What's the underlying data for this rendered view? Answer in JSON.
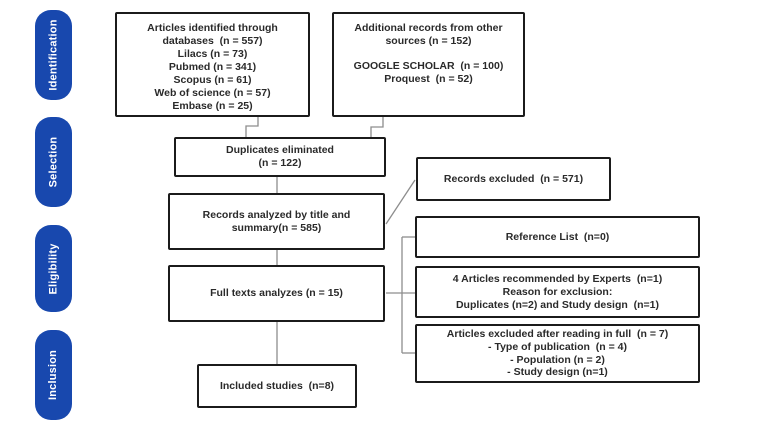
{
  "sidebar": {
    "accent_color": "#1848ae",
    "stages": [
      {
        "label": "Identification"
      },
      {
        "label": "Selection"
      },
      {
        "label": "Eligibility"
      },
      {
        "label": "Inclusion"
      }
    ]
  },
  "boxes": {
    "identified": {
      "lines": [
        "Articles identified through",
        "databases  (n = 557)",
        "Lilacs (n = 73)",
        "Pubmed (n = 341)",
        "Scopus (n = 61)",
        "Web of science (n = 57)",
        "Embase (n = 25)"
      ]
    },
    "additional": {
      "lines": [
        "Additional records from other",
        "sources (n = 152)",
        "",
        "GOOGLE SCHOLAR  (n = 100)",
        "Proquest  (n = 52)"
      ]
    },
    "duplicates": {
      "lines": [
        "Duplicates eliminated",
        "(n = 122)"
      ]
    },
    "records_excluded": {
      "lines": [
        "Records excluded  (n = 571)"
      ]
    },
    "records_analyzed": {
      "lines": [
        "Records analyzed by title and",
        "summary(n = 585)"
      ]
    },
    "reference_list": {
      "lines": [
        "Reference List  (n=0)"
      ]
    },
    "experts": {
      "lines": [
        "4 Articles recommended by Experts  (n=1)",
        "Reason for exclusion:",
        "Duplicates (n=2) and Study design  (n=1)"
      ]
    },
    "full_texts": {
      "lines": [
        "Full texts analyzes (n = 15)"
      ]
    },
    "read_full_excluded": {
      "lines": [
        "Articles excluded after reading in full  (n = 7)",
        "- Type of publication  (n = 4)",
        "- Population (n = 2)",
        "- Study design (n=1)"
      ]
    },
    "included": {
      "lines": [
        "Included studies  (n=8)"
      ]
    }
  }
}
